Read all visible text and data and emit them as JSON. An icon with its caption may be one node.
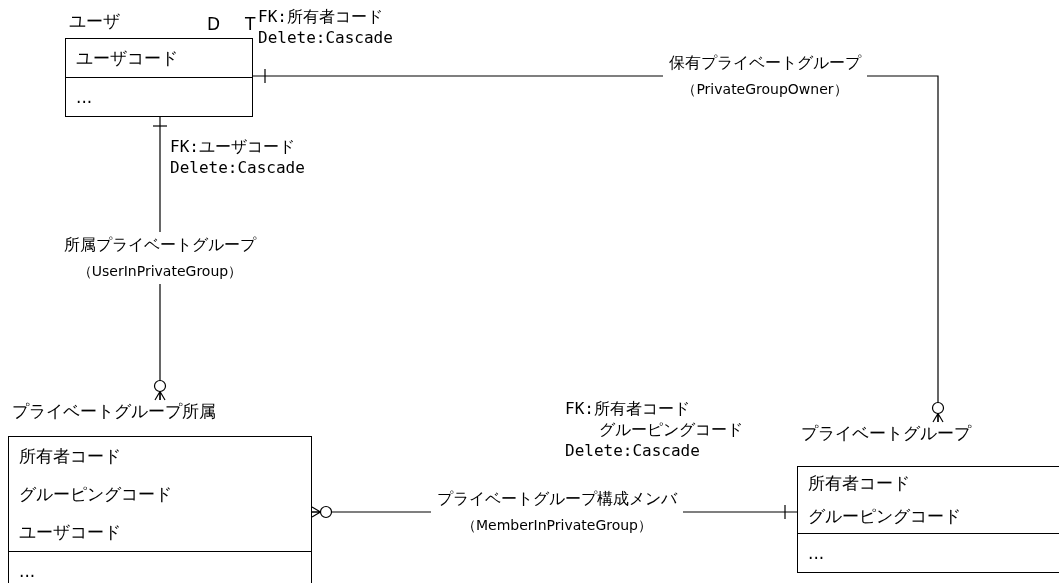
{
  "diagram": {
    "nodes": [
      {
        "text": [
          "ユーザ",
          "ユーザコード",
          "..."
        ],
        "beside": [
          "D",
          "T"
        ]
      },
      {
        "text": [
          "プライベートグループ所属",
          "所有者コード",
          "グルーピングコード",
          "ユーザコード",
          "..."
        ]
      },
      {
        "text": [
          "プライベートグループ",
          "所有者コード",
          "グルーピングコード",
          "..."
        ]
      }
    ],
    "edges": [
      {
        "from": 0,
        "to": 2,
        "arrow": "other",
        "label": "保有プライベートグループ（PrivateGroupOwner）"
      },
      {
        "from": 0,
        "to": 1,
        "arrow": "other",
        "label": "所属プライベートグループ（UserInPrivateGroup）"
      },
      {
        "from": 2,
        "to": 1,
        "arrow": "other",
        "label": "プライベートグループ構成メンバ（MemberInPrivateGroup）"
      }
    ],
    "labels": [
      "FK:所有者コード Delete:Cascade",
      "FK:ユーザコード Delete:Cascade",
      "FK:所有者コードグルーピングコード Delete:Cascade"
    ]
  }
}
